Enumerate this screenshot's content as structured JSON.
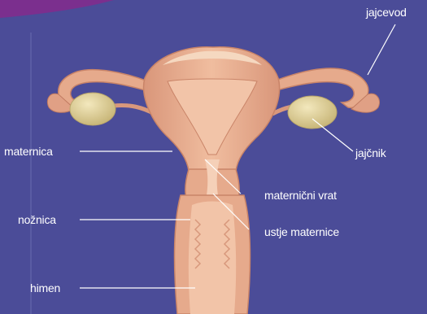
{
  "diagram": {
    "labels": {
      "jajcevod": "jajcevod",
      "materinica": "maternica",
      "jajcnik": "jajčnik",
      "maternicni_vrat": "maternični vrat",
      "noznica": "nožnica",
      "ustje_maternice": "ustje maternice",
      "himen": "himen"
    },
    "colors": {
      "background": "#4b4c98",
      "corner_accent": "#7b2f8e",
      "tissue_outer": "#e6aa8c",
      "tissue_inner": "#f2c4a8",
      "tissue_shadow": "#d08c70",
      "ovary": "#e3d49c",
      "leader_line": "#ffffff"
    }
  }
}
